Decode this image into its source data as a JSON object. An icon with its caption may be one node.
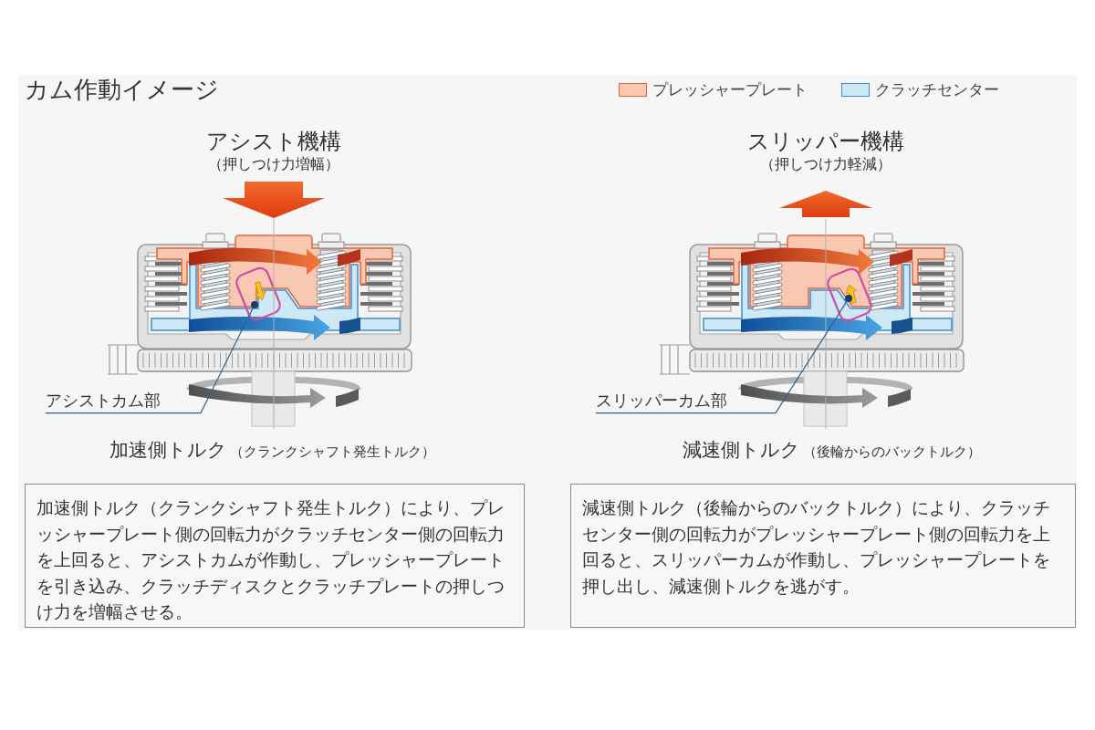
{
  "diagram": {
    "title": "カム作動イメージ",
    "nodes": [
      {
        "text": [],
        "shape": "circle"
      },
      {
        "text": [
          "アシストカム部"
        ]
      },
      {
        "text": [],
        "shape": "circle"
      },
      {
        "text": [
          "スリッパーカム部"
        ]
      },
      {
        "text": [
          "加速側トルク（クランクシャフト発生トルク）により、プレッシャープレート側の回転力がクラッチセンター側の回転力を上回ると、アシストカムが作動し、プレッシャープレートを引き込み、クラッチディスクとクラッチプレートの押しつけ力を増幅させる。"
        ]
      },
      {
        "text": [
          "減速側トルク（後輪からのバックトルク）により、クラッチセンター側の回転力がプレッシャープレート側の回転力を上回ると、スリッパーカムが作動し、プレッシャープレートを押し出し、減速側トルクを逃がす。"
        ]
      }
    ],
    "edges": [
      {
        "from": 1,
        "to": 0,
        "arrow": "none"
      },
      {
        "from": 3,
        "to": 2,
        "arrow": "none"
      }
    ],
    "labels": [
      "アシスト機構",
      "（押しつけ力増幅）",
      "スリッパー機構",
      "（押しつけ力軽減）",
      "加速側トルク",
      "（クランクシャフト発生トルク）",
      "減速側トルク",
      "（後輪からのバックトルク）"
    ],
    "legend": [
      {
        "text": "プレッシャープレート",
        "color": "#f8c8b2"
      },
      {
        "text": "クラッチセンター",
        "color": "#cfe8f6"
      }
    ]
  }
}
